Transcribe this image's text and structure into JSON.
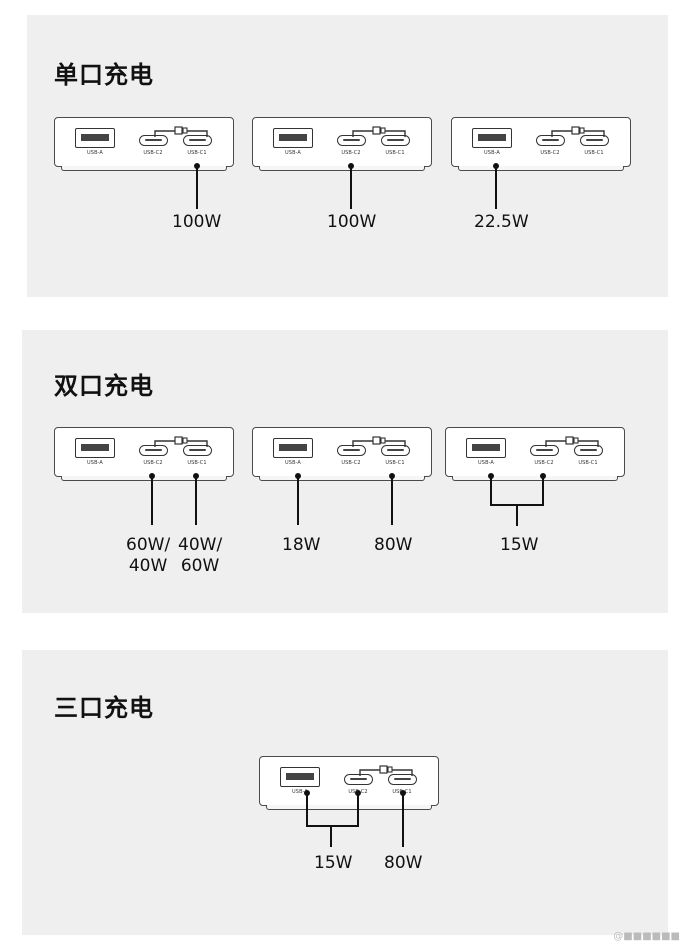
{
  "port_labels": {
    "usb_a": "USB-A",
    "usb_c2": "USB-C2",
    "usb_c1": "USB-C1"
  },
  "single": {
    "title": "单口充电",
    "watts": [
      "100W",
      "100W",
      "22.5W"
    ]
  },
  "dual": {
    "title": "双口充电",
    "watts": [
      "60W/\n40W",
      "40W/\n60W",
      "18W",
      "80W",
      "15W"
    ]
  },
  "triple": {
    "title": "三口充电",
    "watts": [
      "15W",
      "80W"
    ]
  },
  "watermark": "@■■■■■■"
}
